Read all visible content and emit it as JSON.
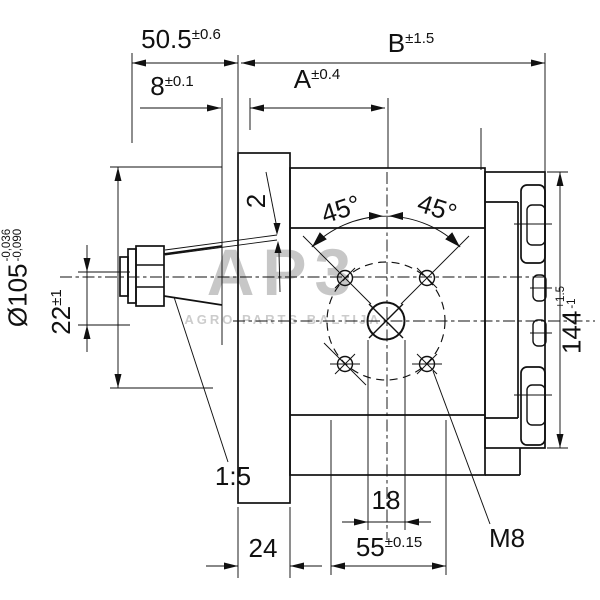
{
  "drawing": {
    "watermark": {
      "brand": "AP3",
      "subtitle": "AGRO PARTS BALTIJA"
    },
    "dimensions": {
      "width_505": {
        "value": "50.5",
        "tol": "±0.6"
      },
      "width_8": {
        "value": "8",
        "tol": "±0.1"
      },
      "width_A": {
        "value": "A",
        "tol": "±0.4"
      },
      "width_B": {
        "value": "B",
        "tol": "±1.5"
      },
      "dia_105": {
        "value": "Ø105",
        "tol_upper": "-0,036",
        "tol_lower": "-0,090"
      },
      "len_22": {
        "value": "22",
        "tol": "±1"
      },
      "key_2": {
        "value": "2"
      },
      "angle_left": {
        "value": "45°"
      },
      "angle_right": {
        "value": "45°"
      },
      "height_144": {
        "value": "144",
        "tol_upper": "+1.5",
        "tol_lower": "-1"
      },
      "taper": {
        "value": "1:5"
      },
      "len_18": {
        "value": "18"
      },
      "len_55": {
        "value": "55",
        "tol": "±0.15"
      },
      "len_24": {
        "value": "24"
      },
      "thread_m8": {
        "value": "M8"
      }
    }
  }
}
